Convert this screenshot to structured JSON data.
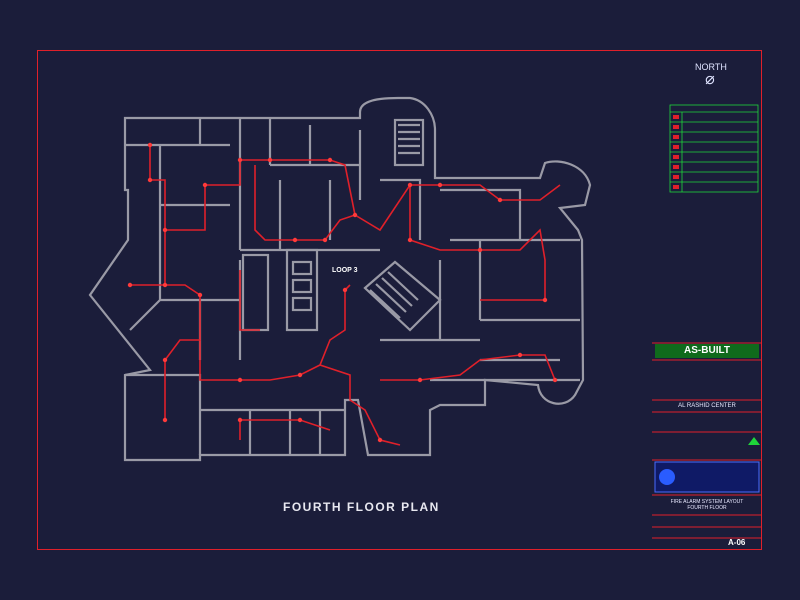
{
  "plan_title": "FOURTH FLOOR PLAN",
  "loop_label": "LOOP 3",
  "north_label": "NORTH",
  "title_block": {
    "status": "AS-BUILT",
    "project": "AL RASHID CENTER",
    "drawing_title_1": "FIRE ALARM SYSTEM LAYOUT",
    "drawing_title_2": "FOURTH FLOOR",
    "sheet_no": "A-06"
  },
  "colors": {
    "background": "#1b1d3a",
    "border": "#e0202a",
    "walls": "#9a9aa6",
    "fire_alarm_route": "#e0202a",
    "title_block_green": "#1fd63a"
  }
}
